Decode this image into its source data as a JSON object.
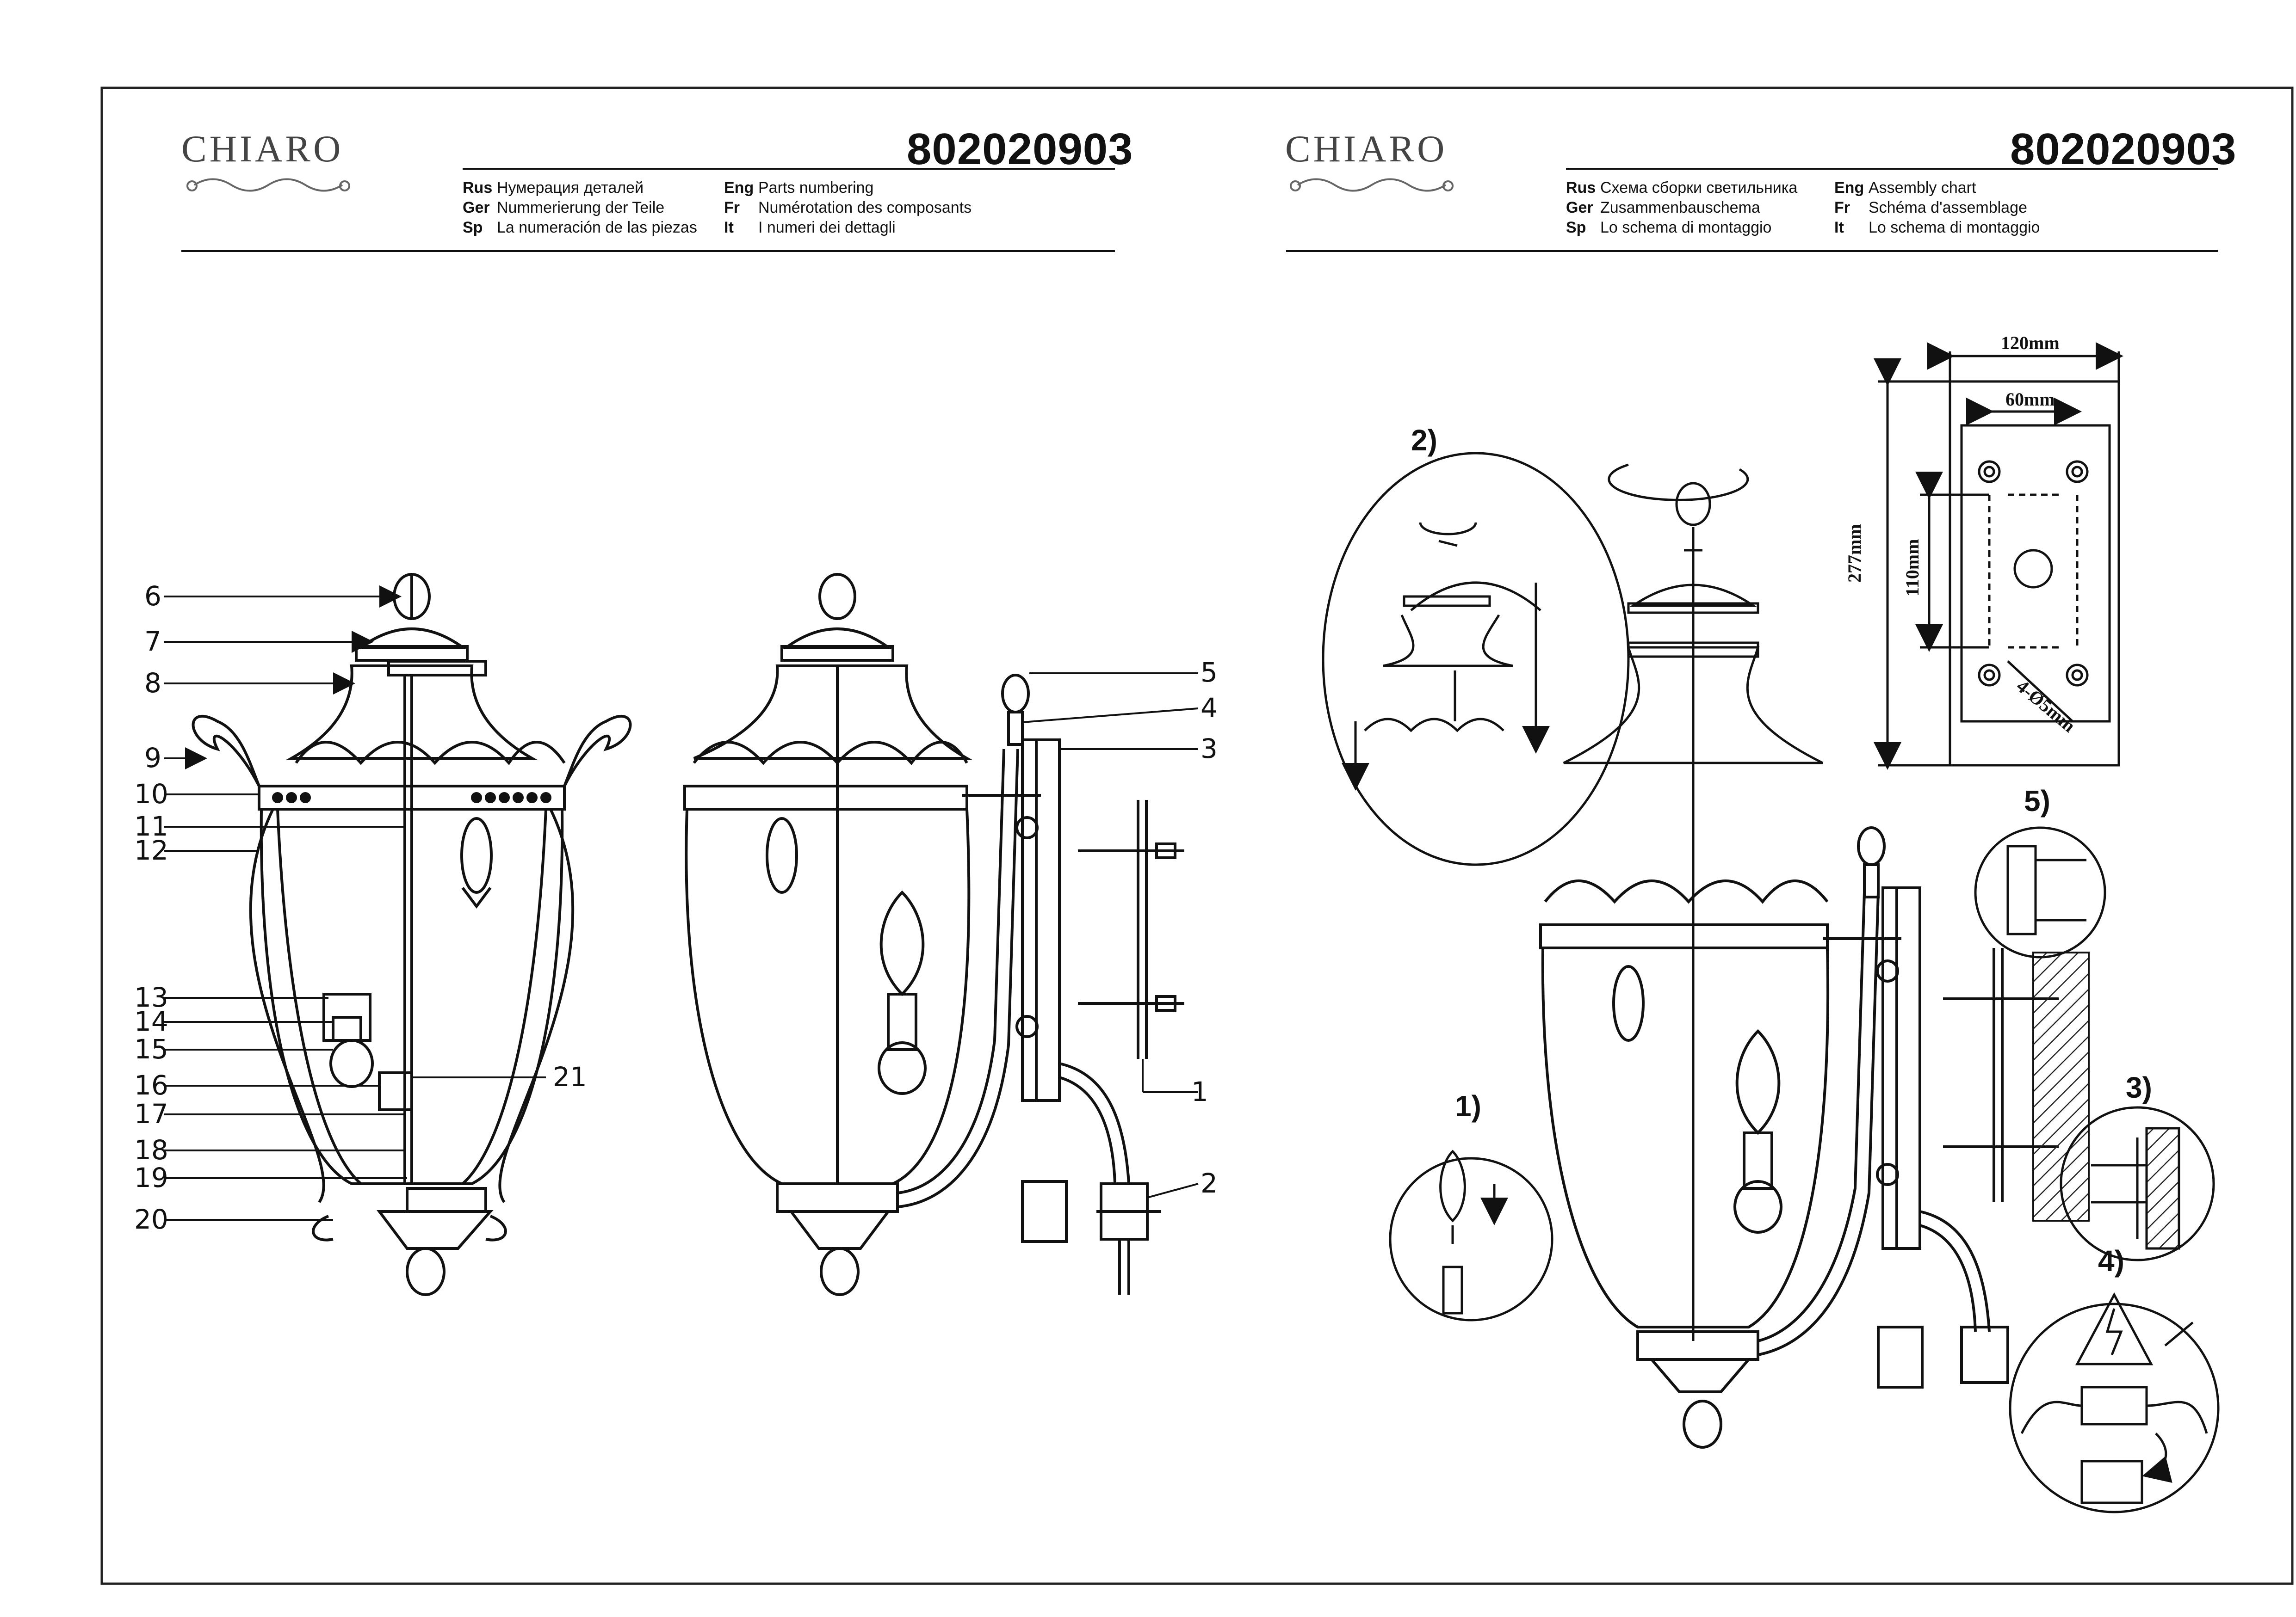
{
  "left_page": {
    "brand": "CHIARO",
    "model_code": "802020903",
    "headings": [
      {
        "lang": "Rus",
        "text": "Нумерация деталей"
      },
      {
        "lang": "Ger",
        "text": "Nummerierung der Teile"
      },
      {
        "lang": "Sp",
        "text": "La numeración de las piezas"
      },
      {
        "lang": "Eng",
        "text": "Parts numbering"
      },
      {
        "lang": "Fr",
        "text": "Numérotation des composants"
      },
      {
        "lang": "It",
        "text": "I numeri dei dettagli"
      }
    ],
    "part_numbers_left": [
      "6",
      "7",
      "8",
      "9",
      "10",
      "11",
      "12",
      "13",
      "14",
      "15",
      "16",
      "17",
      "18",
      "19",
      "20"
    ],
    "part_numbers_right": [
      "5",
      "4",
      "3",
      "1",
      "2"
    ],
    "part_number_21": "21"
  },
  "right_page": {
    "brand": "CHIARO",
    "model_code": "802020903",
    "headings": [
      {
        "lang": "Rus",
        "text": "Схема сборки светильника"
      },
      {
        "lang": "Ger",
        "text": "Zusammenbauschema"
      },
      {
        "lang": "Sp",
        "text": "Lo schema di montaggio"
      },
      {
        "lang": "Eng",
        "text": "Assembly chart"
      },
      {
        "lang": "Fr",
        "text": "Schéma d'assemblage"
      },
      {
        "lang": "It",
        "text": "Lo schema di montaggio"
      }
    ],
    "steps": [
      "1)",
      "2)",
      "3)",
      "4)",
      "5)"
    ],
    "dimensions": {
      "width": "120mm",
      "hole_spacing": "60mm",
      "height": "277mm",
      "vertical_spacing": "110mm",
      "holes": "4-Ø5mm"
    }
  }
}
